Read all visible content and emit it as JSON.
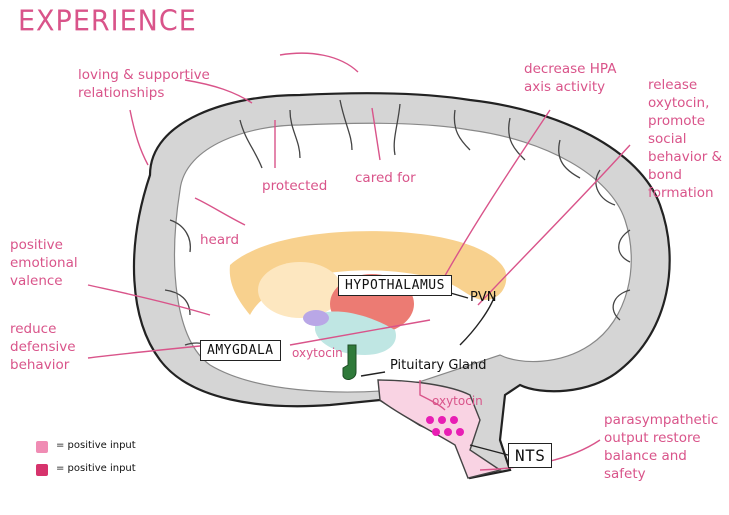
{
  "title": "EXPERIENCE",
  "annotations": {
    "loving": "loving & supportive relationships",
    "protected": "protected",
    "cared_for": "cared for",
    "heard": "heard",
    "hpa": "decrease HPA axis activity",
    "release": "release oxytocin, promote social behavior & bond formation",
    "positive_valence": "positive emotional valence",
    "reduce_defensive": "reduce defensive behavior",
    "oxytocin_1": "oxytocin",
    "oxytocin_2": "oxytocin",
    "parasympathetic": "parasympathetic output restore balance and safety"
  },
  "labels": {
    "hypothalamus": "HYPOTHALAMUS",
    "pvn": "PVN",
    "amygdala": "AMYGDALA",
    "pituitary": "Pituitary Gland",
    "nts": "NTS"
  },
  "legend": [
    {
      "color": "#f08cb4",
      "label": "= positive input"
    },
    {
      "color": "#d6336c",
      "label": "= positive input"
    }
  ],
  "colors": {
    "accent": "#d9548a",
    "magenta_dots": "#e81eb4",
    "cortex_gray": "#d9d9d9",
    "thalamus_orange": "#f7c97a",
    "hypothalamus_red": "#ec7b73",
    "pituitary_green": "#2f7a3a",
    "amygdala_purple": "#b9a7e6",
    "brainstem_pink": "#f9d3e3"
  }
}
